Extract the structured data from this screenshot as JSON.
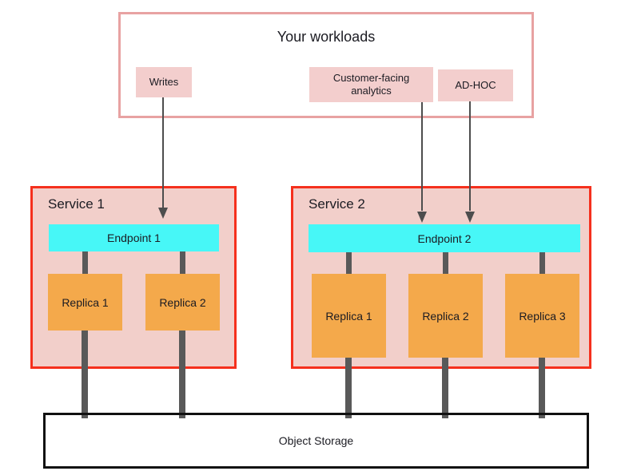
{
  "diagram": {
    "title": "Your workloads"
  },
  "workloads": {
    "title": "Your workloads",
    "items": [
      {
        "label": "Writes"
      },
      {
        "label": "Customer-facing analytics"
      },
      {
        "label": "AD-HOC"
      }
    ]
  },
  "services": [
    {
      "name": "Service 1",
      "endpoint": "Endpoint 1",
      "replicas": [
        "Replica 1",
        "Replica 2"
      ]
    },
    {
      "name": "Service 2",
      "endpoint": "Endpoint 2",
      "replicas": [
        "Replica 1",
        "Replica 2",
        "Replica 3"
      ]
    }
  ],
  "storage": {
    "label": "Object Storage"
  },
  "icons": {
    "arrow_down": "down-arrow"
  },
  "colors": {
    "salmon": "#e8a2a2",
    "pink_light": "#f3cecd",
    "pink_fill": "#f2cfca",
    "red": "#f5301d",
    "cyan": "#47f7f7",
    "orange": "#f4a94b",
    "connector": "#595959",
    "arrow": "#4d4d4d",
    "text": "#1b1b22",
    "black": "#111111"
  }
}
